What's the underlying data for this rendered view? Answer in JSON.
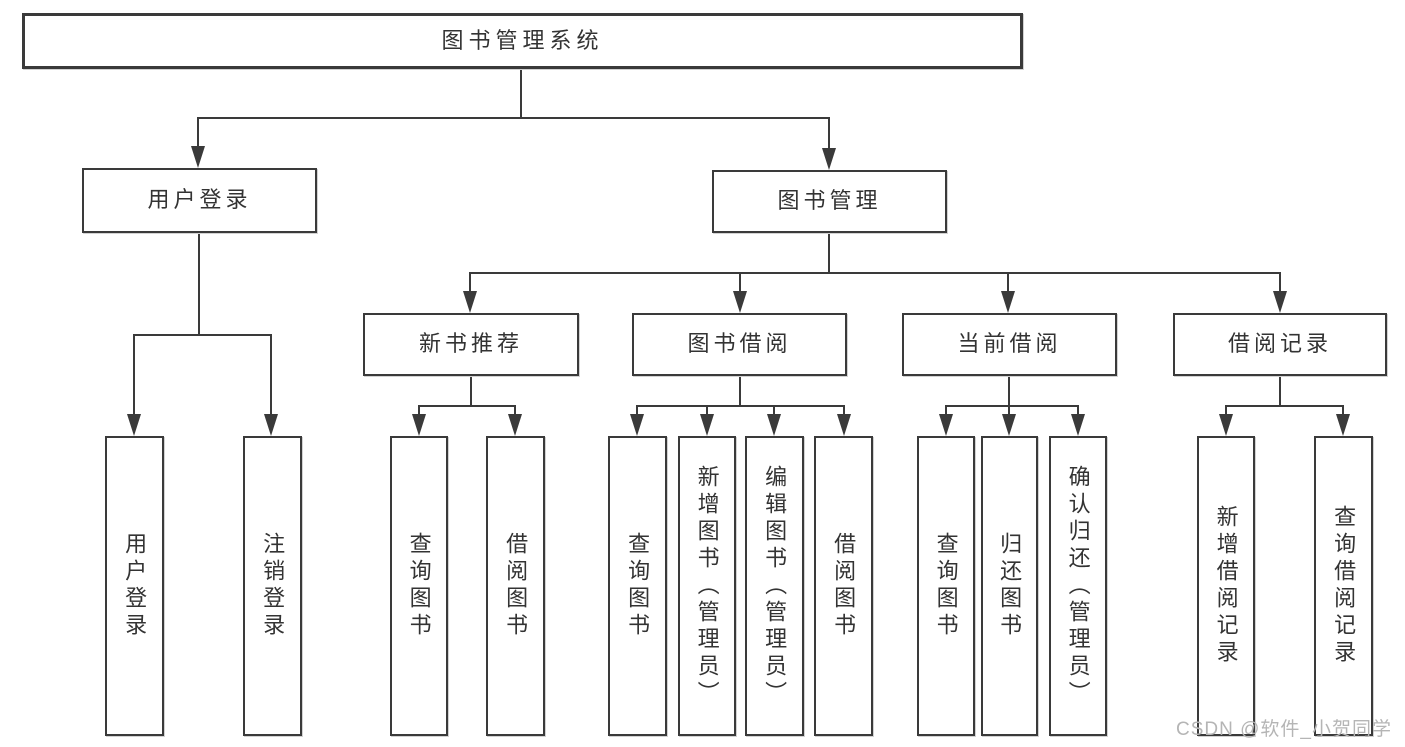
{
  "colors": {
    "line": "#3a3a3a",
    "text": "#333333",
    "box-bg": "#ffffff",
    "watermark": "#b5b5b5",
    "background": "#ffffff"
  },
  "watermark": {
    "text": "CSDN @软件_小贺同学"
  },
  "diagram": {
    "type": "tree",
    "title": "图书管理系统",
    "branches": [
      {
        "label": "用户登录",
        "children": [
          {
            "label": "用户登录"
          },
          {
            "label": "注销登录"
          }
        ]
      },
      {
        "label": "图书管理",
        "children": [
          {
            "label": "新书推荐",
            "children": [
              {
                "label": "查询图书"
              },
              {
                "label": "借阅图书"
              }
            ]
          },
          {
            "label": "图书借阅",
            "children": [
              {
                "label": "查询图书"
              },
              {
                "label": "新增图书（管理员）"
              },
              {
                "label": "编辑图书（管理员）"
              },
              {
                "label": "借阅图书"
              }
            ]
          },
          {
            "label": "当前借阅",
            "children": [
              {
                "label": "查询图书"
              },
              {
                "label": "归还图书"
              },
              {
                "label": "确认归还（管理员）"
              }
            ]
          },
          {
            "label": "借阅记录",
            "children": [
              {
                "label": "新增借阅记录"
              },
              {
                "label": "查询借阅记录"
              }
            ]
          }
        ]
      }
    ]
  }
}
